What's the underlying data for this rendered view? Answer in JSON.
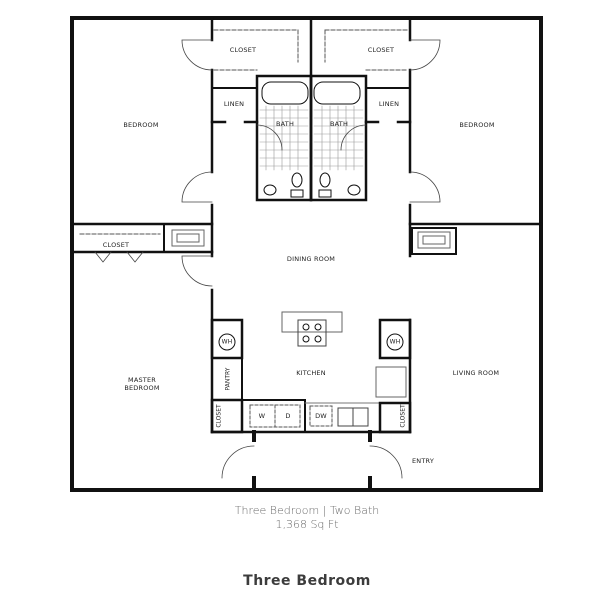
{
  "floorplan": {
    "rooms": {
      "bedroom_left": "BEDROOM",
      "bedroom_right": "BEDROOM",
      "closet_top_left": "CLOSET",
      "closet_top_right": "CLOSET",
      "linen_left": "LINEN",
      "linen_right": "LINEN",
      "bath_left": "BATH",
      "bath_right": "BATH",
      "closet_master": "CLOSET",
      "dining_room": "DINING ROOM",
      "master_bedroom_line1": "MASTER",
      "master_bedroom_line2": "BEDROOM",
      "kitchen": "KITCHEN",
      "living_room": "LIVING ROOM",
      "entry": "ENTRY",
      "pantry": "PANTRY",
      "closet_entry_left": "CLOSET",
      "closet_entry_right": "CLOSET"
    },
    "fixtures": {
      "water_heater_left": "WH",
      "water_heater_right": "WH",
      "washer": "W",
      "dryer": "D",
      "dishwasher": "DW"
    }
  },
  "caption": {
    "line1": "Three Bedroom | Two Bath",
    "line2": "1,368 Sq Ft"
  },
  "title": "Three Bedroom"
}
